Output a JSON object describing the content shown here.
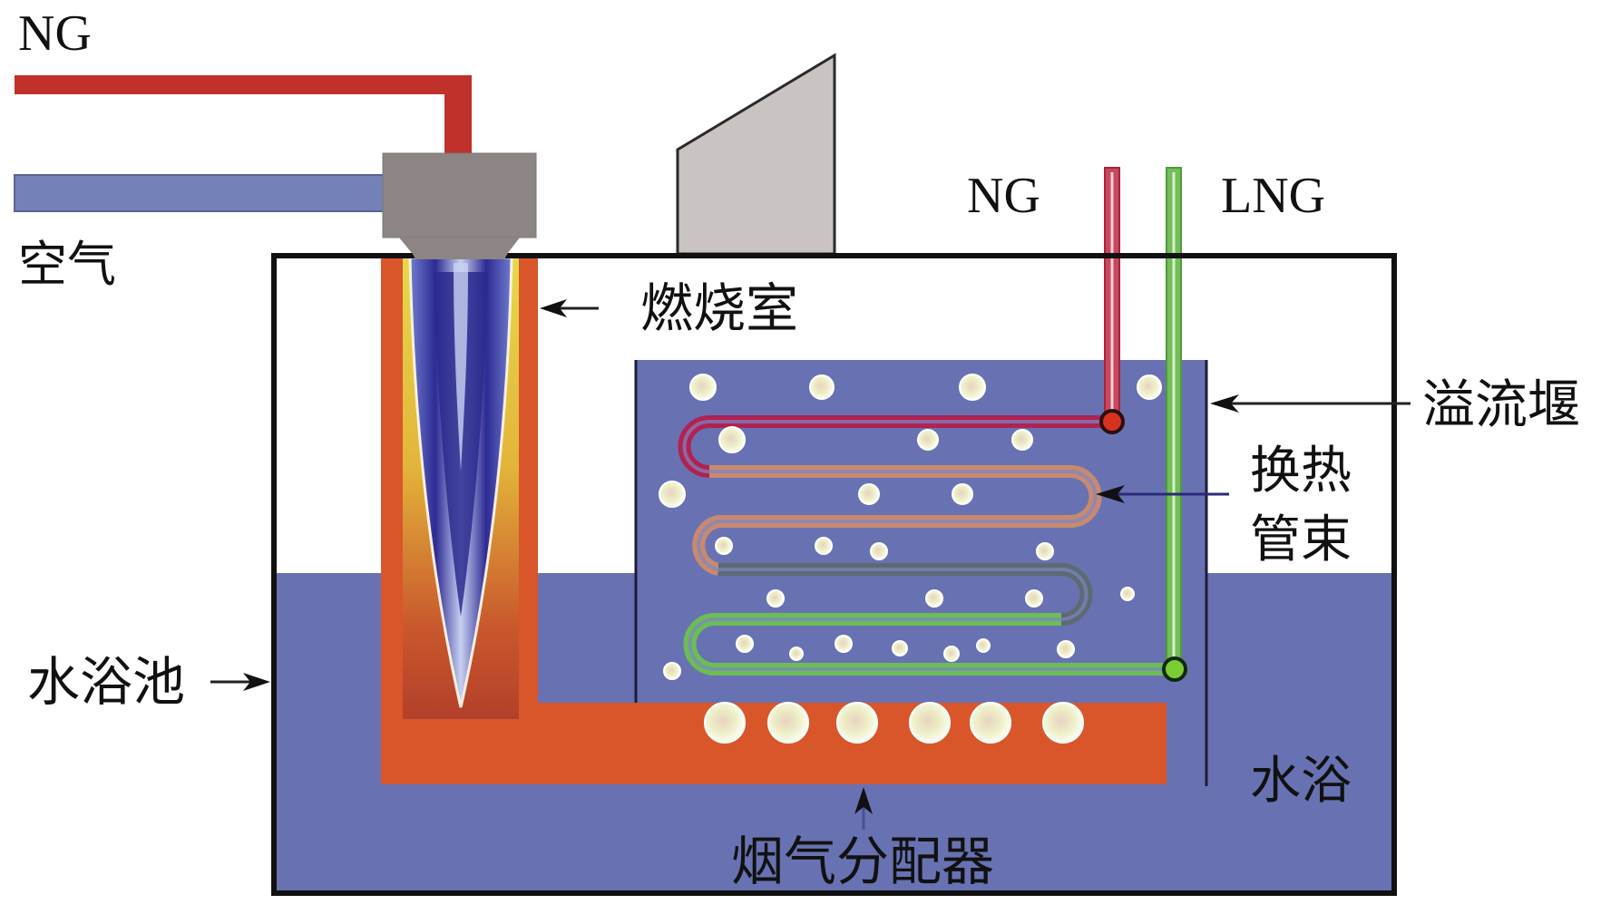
{
  "title": "Submerged combustion vaporizer schematic",
  "labels": {
    "ng_inlet": "NG",
    "air_inlet": "空气",
    "combustion_chamber": "燃烧室",
    "water_bath_tank": "水浴池",
    "ng_outlet": "NG",
    "lng_inlet": "LNG",
    "overflow_weir": "溢流堰",
    "tube_bundle_line1": "换热",
    "tube_bundle_line2": "管束",
    "water_bath": "水浴",
    "flue_gas_distributor": "烟气分配器"
  },
  "colors": {
    "ng_pipe": "#c0312b",
    "air_pipe": "#7480b8",
    "burner": "#8c8584",
    "chimney": "#c9c3c2",
    "water": "#6872b2",
    "combustion_wall": "#d9562a",
    "flue_inner": "#b8442a",
    "flame_core": "#2a2a8e",
    "flame_edge": "#e9e06a",
    "outline": "#111111",
    "tube_ng": "#b02252",
    "tube_warm": "#c88a6e",
    "tube_mid": "#5d6a72",
    "tube_cold": "#6dbd55",
    "ng_node": "#d8321e",
    "lng_node": "#7ccc34",
    "bubble": "#f3f3d4"
  }
}
